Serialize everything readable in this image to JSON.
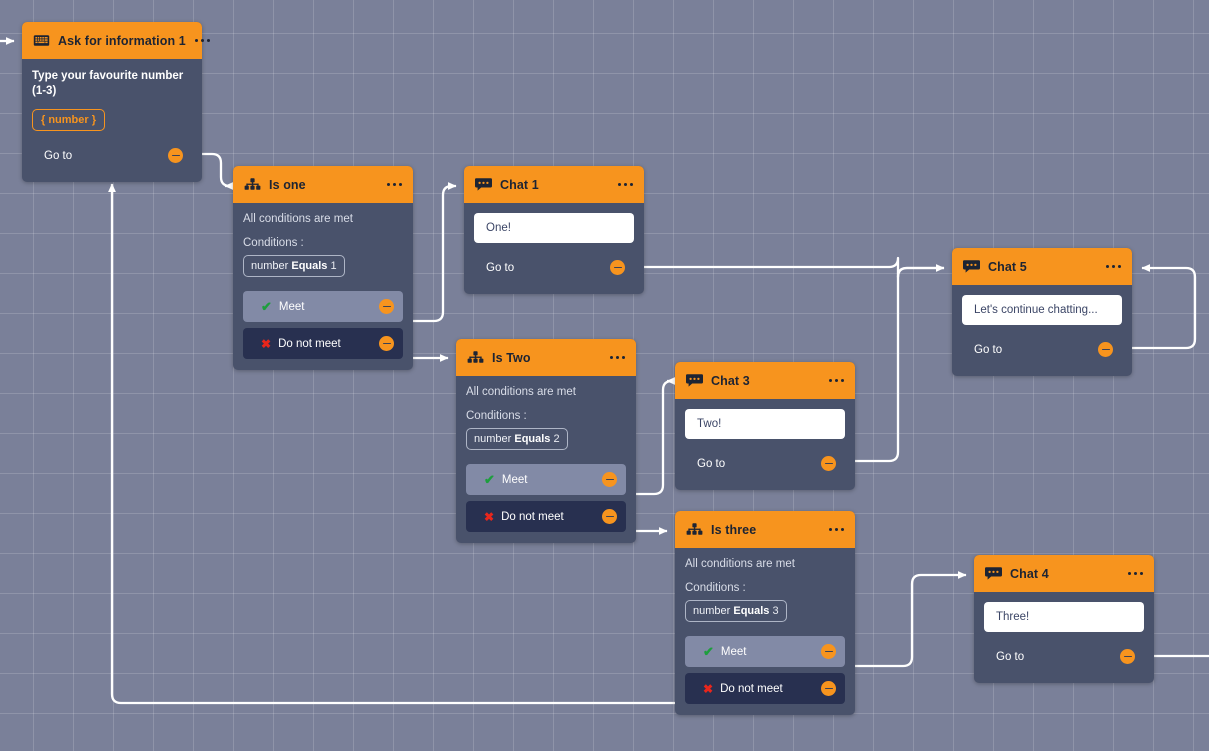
{
  "canvas": {
    "background_color": "#7a8099",
    "grid_color": "#8f95ab",
    "edge_color": "#ffffff",
    "accent_color": "#f7941e",
    "node_body_color": "#49526b",
    "node_header_text_color": "#1d2433"
  },
  "icons": {
    "keyboard": "keyboard-icon",
    "condition": "condition-branch-icon",
    "chat": "chat-bubble-icon",
    "more": "more-options-icon",
    "minus": "remove-connection-icon",
    "tick": "check-icon",
    "cross": "cross-icon"
  },
  "nodes": [
    {
      "id": "ask-for-information-1",
      "type": "ask",
      "title": "Ask for information 1",
      "icon": "keyboard-icon",
      "more_label": "•••",
      "prompt": "Type your favourite number (1-3)",
      "variable": "{ number }",
      "goto_label": "Go to"
    },
    {
      "id": "is-one",
      "type": "condition",
      "title": "Is one",
      "icon": "condition-branch-icon",
      "summary": "All conditions are met",
      "conditions_label": "Conditions :",
      "condition": {
        "variable": "number",
        "operator": "Equals",
        "value": "1"
      },
      "meet_label": "Meet",
      "not_meet_label": "Do not meet"
    },
    {
      "id": "chat-1",
      "type": "chat",
      "title": "Chat 1",
      "icon": "chat-bubble-icon",
      "message": "One!",
      "goto_label": "Go to"
    },
    {
      "id": "is-two",
      "type": "condition",
      "title": "Is Two",
      "icon": "condition-branch-icon",
      "summary": "All conditions are met",
      "conditions_label": "Conditions :",
      "condition": {
        "variable": "number",
        "operator": "Equals",
        "value": "2"
      },
      "meet_label": "Meet",
      "not_meet_label": "Do not meet"
    },
    {
      "id": "chat-3",
      "type": "chat",
      "title": "Chat 3",
      "icon": "chat-bubble-icon",
      "message": "Two!",
      "goto_label": "Go to"
    },
    {
      "id": "is-three",
      "type": "condition",
      "title": "Is three",
      "icon": "condition-branch-icon",
      "summary": "All conditions are met",
      "conditions_label": "Conditions :",
      "condition": {
        "variable": "number",
        "operator": "Equals",
        "value": "3"
      },
      "meet_label": "Meet",
      "not_meet_label": "Do not meet"
    },
    {
      "id": "chat-5",
      "type": "chat",
      "title": "Chat 5",
      "icon": "chat-bubble-icon",
      "message": "Let's continue chatting...",
      "goto_label": "Go to"
    },
    {
      "id": "chat-4",
      "type": "chat",
      "title": "Chat 4",
      "icon": "chat-bubble-icon",
      "message": "Three!",
      "goto_label": "Go to"
    }
  ]
}
